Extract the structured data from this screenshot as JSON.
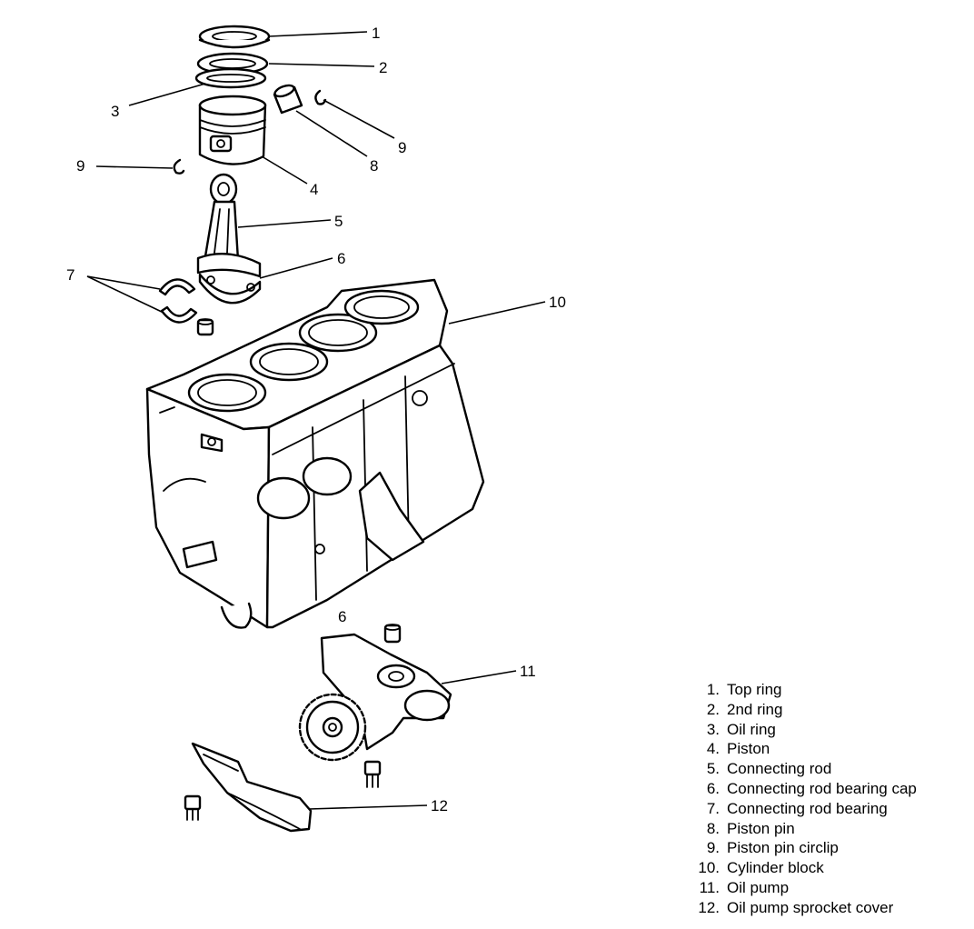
{
  "callouts": {
    "c1": "1",
    "c2": "2",
    "c3": "3",
    "c4": "4",
    "c5": "5",
    "c6": "6",
    "c6b": "6",
    "c7": "7",
    "c8": "8",
    "c9a": "9",
    "c9b": "9",
    "c10": "10",
    "c11": "11",
    "c12": "12"
  },
  "legend": [
    {
      "num": "1.",
      "label": "Top ring"
    },
    {
      "num": "2.",
      "label": "2nd ring"
    },
    {
      "num": "3.",
      "label": "Oil ring"
    },
    {
      "num": "4.",
      "label": "Piston"
    },
    {
      "num": "5.",
      "label": "Connecting rod"
    },
    {
      "num": "6.",
      "label": "Connecting rod bearing cap"
    },
    {
      "num": "7.",
      "label": "Connecting rod bearing"
    },
    {
      "num": "8.",
      "label": "Piston pin"
    },
    {
      "num": "9.",
      "label": "Piston pin circlip"
    },
    {
      "num": "10.",
      "label": "Cylinder block"
    },
    {
      "num": "11.",
      "label": "Oil pump"
    },
    {
      "num": "12.",
      "label": "Oil pump sprocket cover"
    }
  ]
}
